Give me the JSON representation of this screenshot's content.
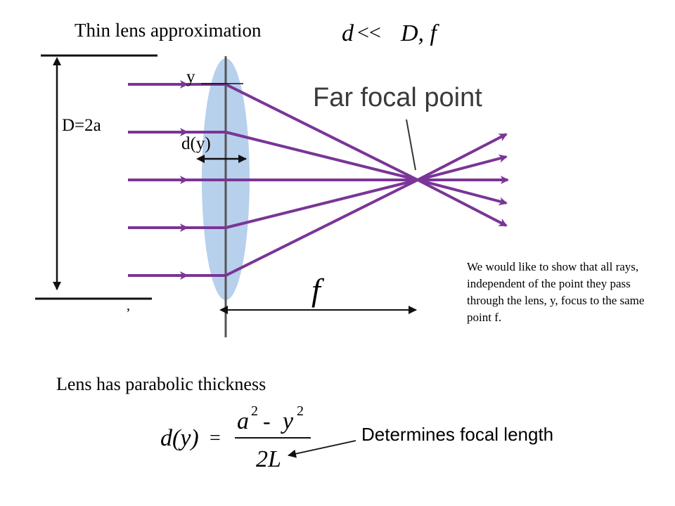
{
  "title": "Thin lens approximation",
  "condition": {
    "lhs": "d",
    "relation": "<<",
    "rhs": "D, f"
  },
  "labels": {
    "aperture": "D=2a",
    "height": "y",
    "thickness": "d(y)",
    "focal_point": "Far focal point",
    "focal_length": "f",
    "stray_mark": ","
  },
  "note": "We would like to show that all rays, independent of the point they pass through the lens, y, focus to the same point f.",
  "formula": {
    "intro": "Lens has parabolic thickness",
    "lhs": "d(y)",
    "equals": "=",
    "numerator_a": "a",
    "minus": "-",
    "numerator_y": "y",
    "exponent": "2",
    "denominator": "2L",
    "annotation": "Determines focal length"
  },
  "colors": {
    "ray": "#7a3596",
    "lens": "#b7d0ec",
    "line": "#1a1a1a",
    "pointer": "#555555"
  }
}
